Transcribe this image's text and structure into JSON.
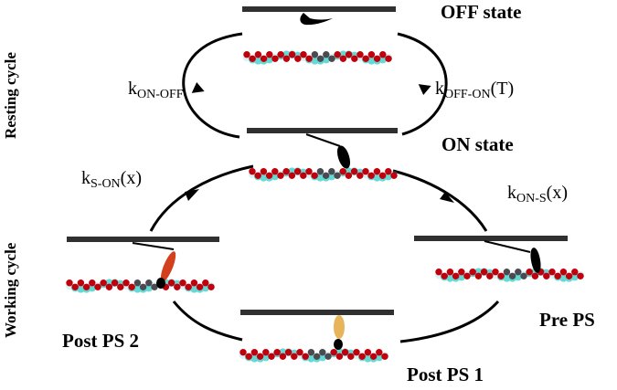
{
  "labels": {
    "off_state": "OFF state",
    "on_state": "ON state",
    "pre_ps": "Pre PS",
    "post_ps1": "Post PS 1",
    "post_ps2": "Post PS 2",
    "resting_cycle": "Resting cycle",
    "working_cycle": "Working cycle"
  },
  "rates": {
    "k_on_off": {
      "k": "k",
      "sub": "ON-OFF",
      "arg": ""
    },
    "k_off_on": {
      "k": "k",
      "sub": "OFF-ON",
      "arg": "(T)"
    },
    "k_s_on": {
      "k": "k",
      "sub": "S-ON",
      "arg": "(x)"
    },
    "k_on_s": {
      "k": "k",
      "sub": "ON-S",
      "arg": "(x)"
    }
  },
  "colors": {
    "filament_red": "#c0000c",
    "filament_dark": "#4a4a50",
    "filament_cyan": "#5ed7d2",
    "head_red": "#d2401e",
    "head_tan": "#e8b45a",
    "black": "#000000",
    "bar_gray": "#303030"
  }
}
